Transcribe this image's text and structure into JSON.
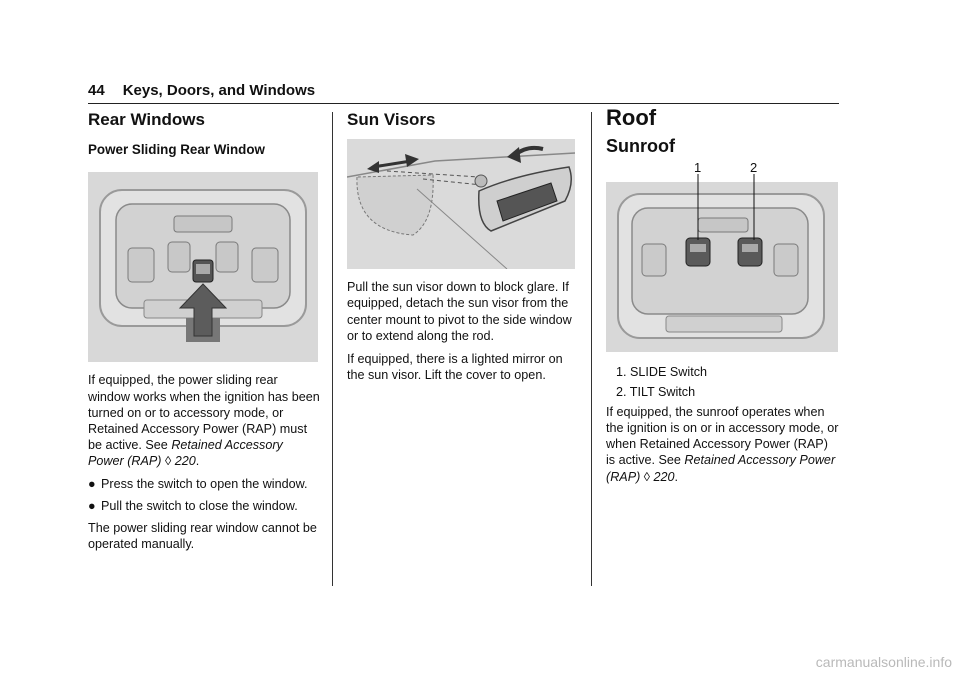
{
  "header": {
    "page_number": "44",
    "section": "Keys, Doors, and Windows"
  },
  "col1": {
    "title": "Rear Windows",
    "subtitle": "Power Sliding Rear Window",
    "para1_text": "If equipped, the power sliding rear window works when the ignition has been turned on or to accessory mode, or Retained Accessory Power (RAP) must be active. See ",
    "para1_ref": "Retained Accessory Power (RAP)",
    "para1_page": "220",
    "bullets": [
      "Press the switch to open the window.",
      "Pull the switch to close the window."
    ],
    "para2": "The power sliding rear window cannot be operated manually."
  },
  "col2": {
    "title": "Sun Visors",
    "para1": "Pull the sun visor down to block glare. If equipped, detach the sun visor from the center mount to pivot to the side window or to extend along the rod.",
    "para2": "If equipped, there is a lighted mirror on the sun visor. Lift the cover to open."
  },
  "col3": {
    "title": "Roof",
    "subtitle": "Sunroof",
    "callouts": [
      "1",
      "2"
    ],
    "list": [
      "1. SLIDE Switch",
      "2. TILT Switch"
    ],
    "para_text": "If equipped, the sunroof operates when the ignition is on or in accessory mode, or when Retained Accessory Power (RAP) is active. See ",
    "para_ref": "Retained Accessory Power (RAP)",
    "para_page": "220"
  },
  "icons": {
    "xref": "page-reference-arrow-icon",
    "bullet": "bullet-icon"
  },
  "xref_symbol": "◊",
  "bullet_symbol": "●",
  "footer": "carmanualsonline.info"
}
